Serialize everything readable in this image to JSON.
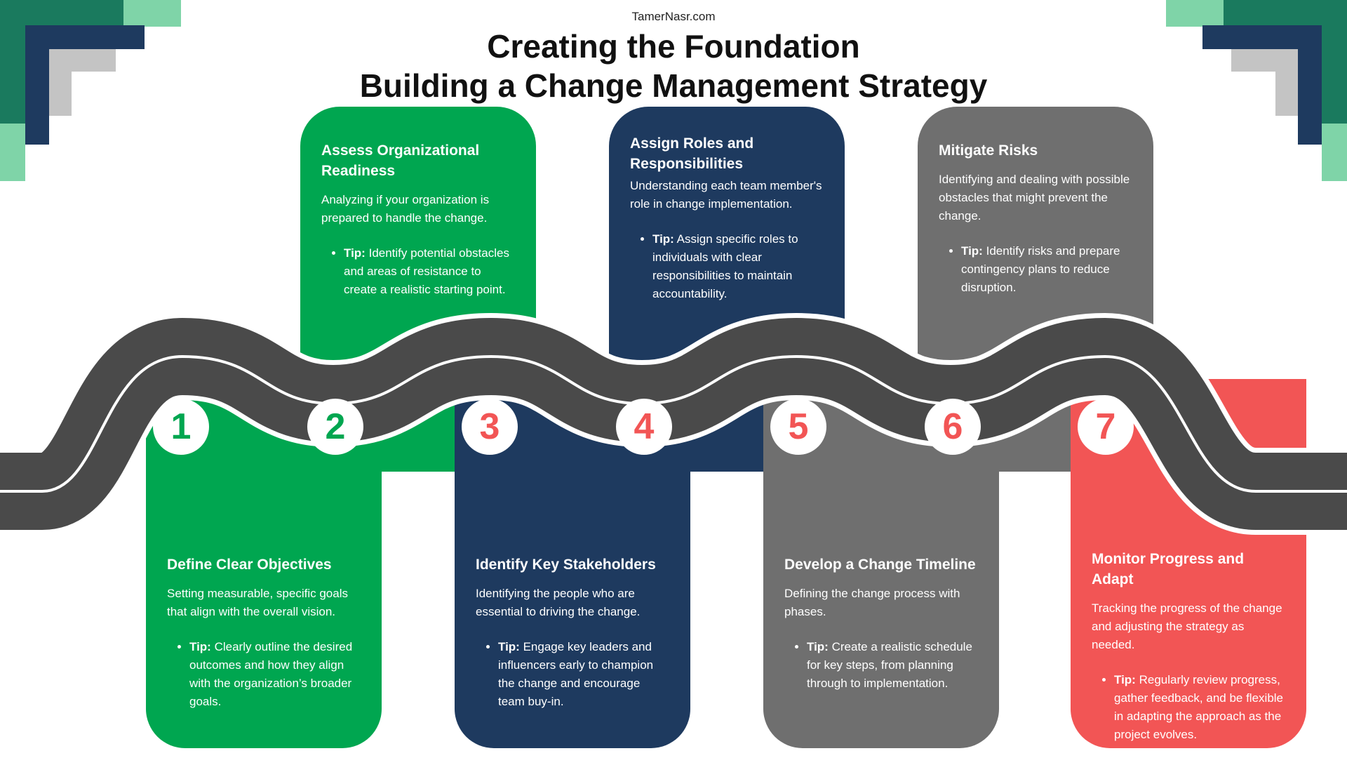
{
  "header": {
    "site": "TamerNasr.com",
    "title_line1": "Creating the Foundation",
    "title_line2": "Building a Change Management Strategy"
  },
  "colors": {
    "green": "#00a650",
    "navy": "#1e3a5f",
    "gray": "#6f6f6f",
    "red": "#f25555",
    "road": "#4a4a4a",
    "deco_light_green": "#7fd4a8",
    "deco_teal": "#1a7a5e",
    "deco_navy": "#1e3a5f",
    "deco_gray": "#c4c4c4"
  },
  "steps": [
    {
      "number": "1",
      "title": "Define Clear Objectives",
      "description": "Setting measurable, specific goals that align with the overall vision.",
      "tip_label": "Tip:",
      "tip": "Clearly outline the desired outcomes and how they align with the organization’s broader goals.",
      "color": "green"
    },
    {
      "number": "2",
      "title": "Assess Organizational Readiness",
      "description": "Analyzing if your organization is prepared to handle the change.",
      "tip_label": "Tip:",
      "tip": "Identify potential obstacles and areas of resistance to create a realistic starting point.",
      "color": "green"
    },
    {
      "number": "3",
      "title": "Identify Key Stakeholders",
      "description": "Identifying the people who are essential to driving the change.",
      "tip_label": "Tip:",
      "tip": "Engage key leaders and influencers early to champion the change and encourage team buy-in.",
      "color": "navy"
    },
    {
      "number": "4",
      "title": "Assign Roles and Responsibilities",
      "description": "Understanding each team member's role in change implementation.",
      "tip_label": "Tip:",
      "tip": "Assign specific roles to individuals with clear responsibilities to maintain accountability.",
      "color": "navy"
    },
    {
      "number": "5",
      "title": "Develop a Change Timeline",
      "description": "Defining the change process with phases.",
      "tip_label": "Tip:",
      "tip": "Create a realistic schedule for key steps, from planning through to implementation.",
      "color": "gray"
    },
    {
      "number": "6",
      "title": "Mitigate Risks",
      "description": "Identifying and dealing with possible obstacles that might prevent the change.",
      "tip_label": "Tip:",
      "tip": "Identify risks and prepare contingency plans to reduce disruption.",
      "color": "gray"
    },
    {
      "number": "7",
      "title": "Monitor Progress and Adapt",
      "description": "Tracking the progress of the change and adjusting the strategy as needed.",
      "tip_label": "Tip:",
      "tip": "Regularly review progress, gather feedback, and be flexible in adapting the approach as the project evolves.",
      "color": "red"
    }
  ]
}
